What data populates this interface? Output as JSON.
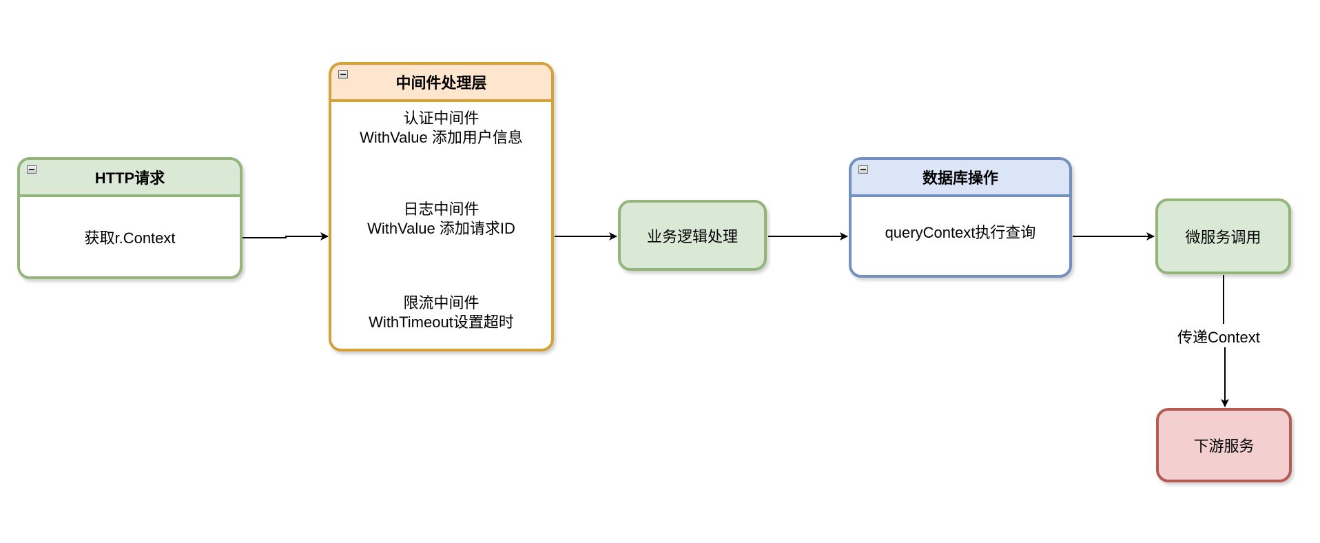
{
  "diagram": {
    "nodes": {
      "http": {
        "title": "HTTP请求",
        "body": "获取r.Context"
      },
      "middleware": {
        "title": "中间件处理层",
        "items": [
          {
            "name": "认证中间件",
            "desc": "WithValue 添加用户信息"
          },
          {
            "name": "日志中间件",
            "desc": "WithValue 添加请求ID"
          },
          {
            "name": "限流中间件",
            "desc": "WithTimeout设置超时"
          }
        ]
      },
      "business": {
        "label": "业务逻辑处理"
      },
      "database": {
        "title": "数据库操作",
        "body": "queryContext执行查询"
      },
      "microservice": {
        "label": "微服务调用"
      },
      "downstream": {
        "label": "下游服务"
      }
    },
    "edges": [
      {
        "from": "http",
        "to": "middleware",
        "label": ""
      },
      {
        "from": "middleware",
        "to": "business",
        "label": ""
      },
      {
        "from": "business",
        "to": "database",
        "label": ""
      },
      {
        "from": "database",
        "to": "microservice",
        "label": ""
      },
      {
        "from": "microservice",
        "to": "downstream",
        "label": "传递Context"
      }
    ],
    "colors": {
      "green_fill": "#dae8d6",
      "green_stroke": "#93b57a",
      "orange_fill": "#fde6cd",
      "orange_stroke": "#d3a03a",
      "blue_fill": "#dae6f8",
      "blue_stroke": "#7190c0",
      "red_fill": "#f3d0cf",
      "red_stroke": "#b45a52"
    }
  }
}
